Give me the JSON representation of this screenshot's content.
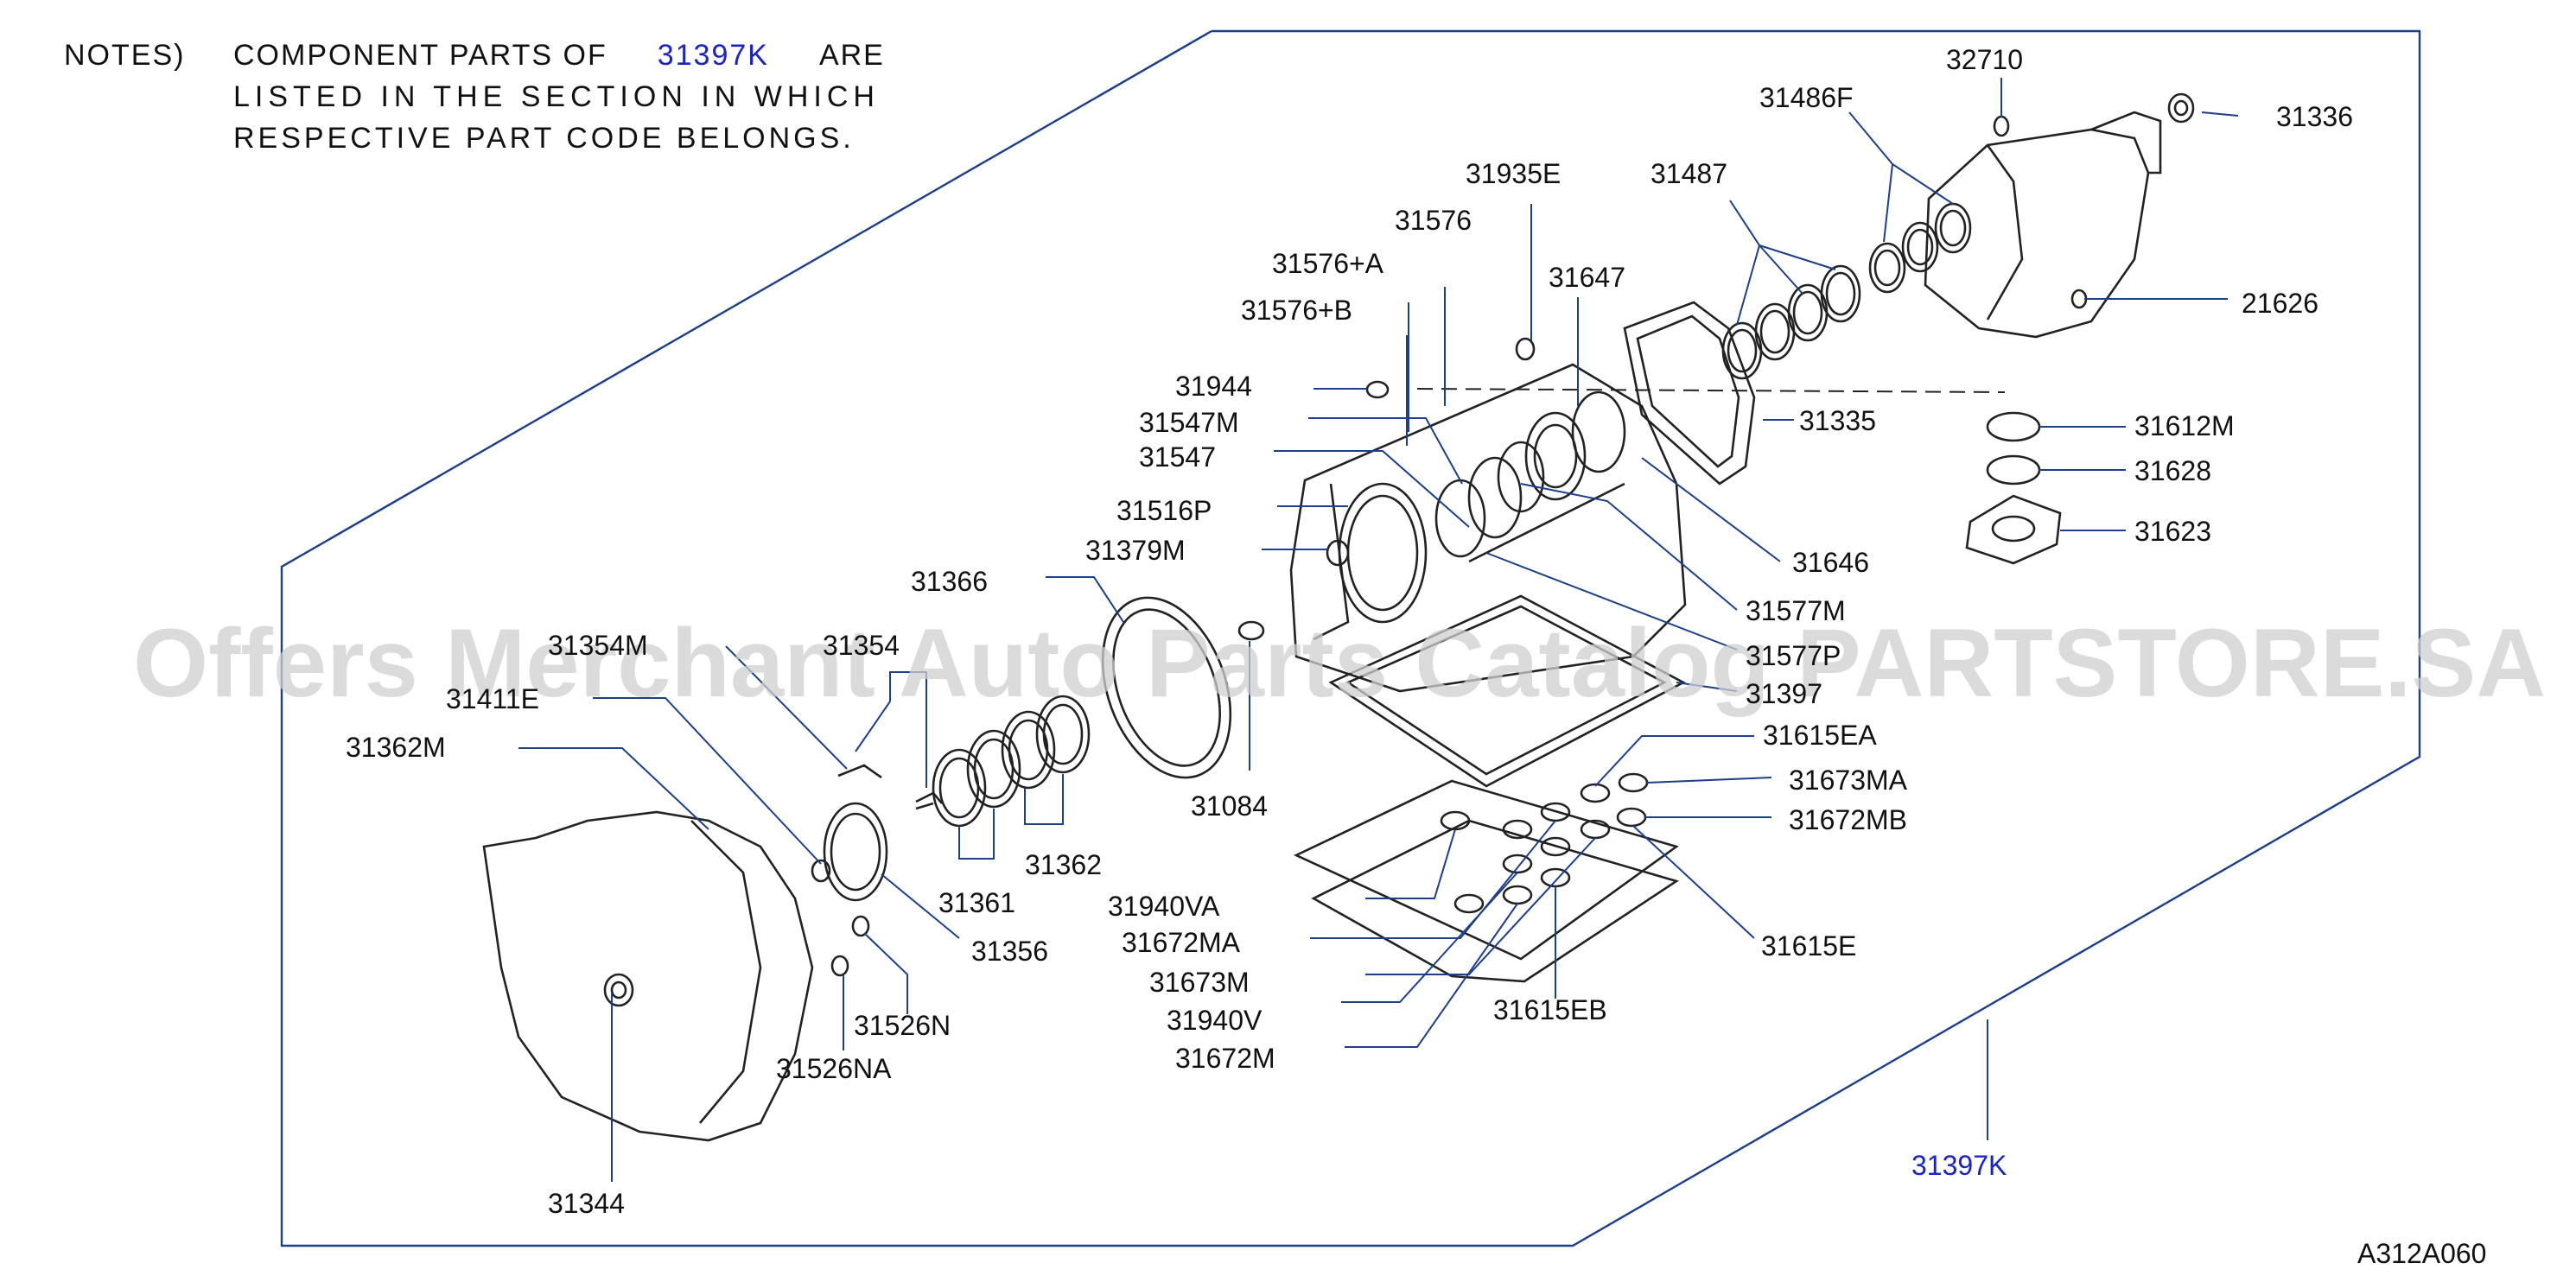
{
  "notes": {
    "prefix": "NOTES)",
    "line1_start": "COMPONENT PARTS OF",
    "line1_code": "31397K",
    "line1_end": "ARE",
    "line2": "LISTED IN THE SECTION IN WHICH",
    "line3": "RESPECTIVE PART CODE BELONGS."
  },
  "watermark": "Offers Merchant Auto Parts Catalog PARTSTORE.SA",
  "assembly_code": "31397K",
  "diagram_ref": "A312A060",
  "part_labels": {
    "p32710": "32710",
    "p31486F": "31486F",
    "p31336": "31336",
    "p31935E": "31935E",
    "p31487": "31487",
    "p31576": "31576",
    "p31576A": "31576+A",
    "p31647": "31647",
    "p21626": "21626",
    "p31576B": "31576+B",
    "p31944": "31944",
    "p31335": "31335",
    "p31547M": "31547M",
    "p31612M": "31612M",
    "p31547": "31547",
    "p31628": "31628",
    "p31516P": "31516P",
    "p31623": "31623",
    "p31379M": "31379M",
    "p31646": "31646",
    "p31366": "31366",
    "p31577M": "31577M",
    "p31354M": "31354M",
    "p31354": "31354",
    "p3157P": "31577P",
    "p31411E": "31411E",
    "p31397": "31397",
    "p31362M": "31362M",
    "p31615EA": "31615EA",
    "p31673MA": "31673MA",
    "p31084": "31084",
    "p31672MB": "31672MB",
    "p31362": "31362",
    "p31361": "31361",
    "p31940VA": "31940VA",
    "p31356": "31356",
    "p31672MA": "31672MA",
    "p31615E": "31615E",
    "p31673M": "31673M",
    "p31526N": "31526N",
    "p31940V": "31940V",
    "p31615EB": "31615EB",
    "p31672M": "31672M",
    "p31526NA": "31526NA",
    "p31344": "31344"
  }
}
